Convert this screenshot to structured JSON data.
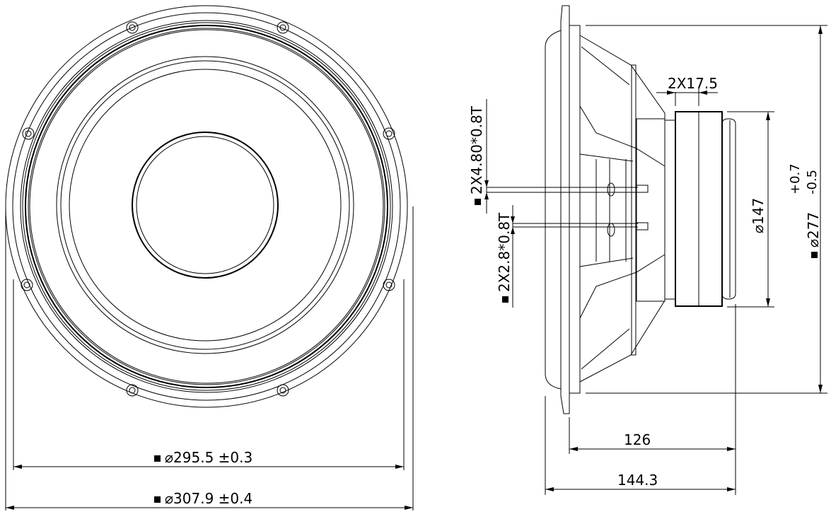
{
  "drawing": {
    "type": "loudspeaker driver mechanical drawing",
    "views": [
      "front-view",
      "side-view"
    ],
    "line_color": "#000000",
    "background": "#ffffff"
  },
  "dimensions": {
    "outer_diameter": {
      "symbol": "⌀",
      "value": "307.9 ±0.4",
      "critical_mark": true
    },
    "bolt_circle_diameter": {
      "symbol": "⌀",
      "value": "295.5 ±0.3",
      "critical_mark": true
    },
    "baffle_cutout_diameter": {
      "symbol": "⌀",
      "value": "277",
      "tol_plus": "+0.7",
      "tol_minus": "-0.5",
      "critical_mark": true
    },
    "magnet_diameter": {
      "symbol": "⌀",
      "value": "147"
    },
    "magnet_plate_thickness": {
      "value": "2X17.5"
    },
    "mounting_depth": {
      "value": "126"
    },
    "overall_depth": {
      "value": "144.3"
    },
    "terminal_large": {
      "value": "2X4.80*0.8T",
      "critical_mark": true
    },
    "terminal_small": {
      "value": "2X2.8*0.8T",
      "critical_mark": true
    }
  },
  "mounting_holes": {
    "count": 8
  }
}
